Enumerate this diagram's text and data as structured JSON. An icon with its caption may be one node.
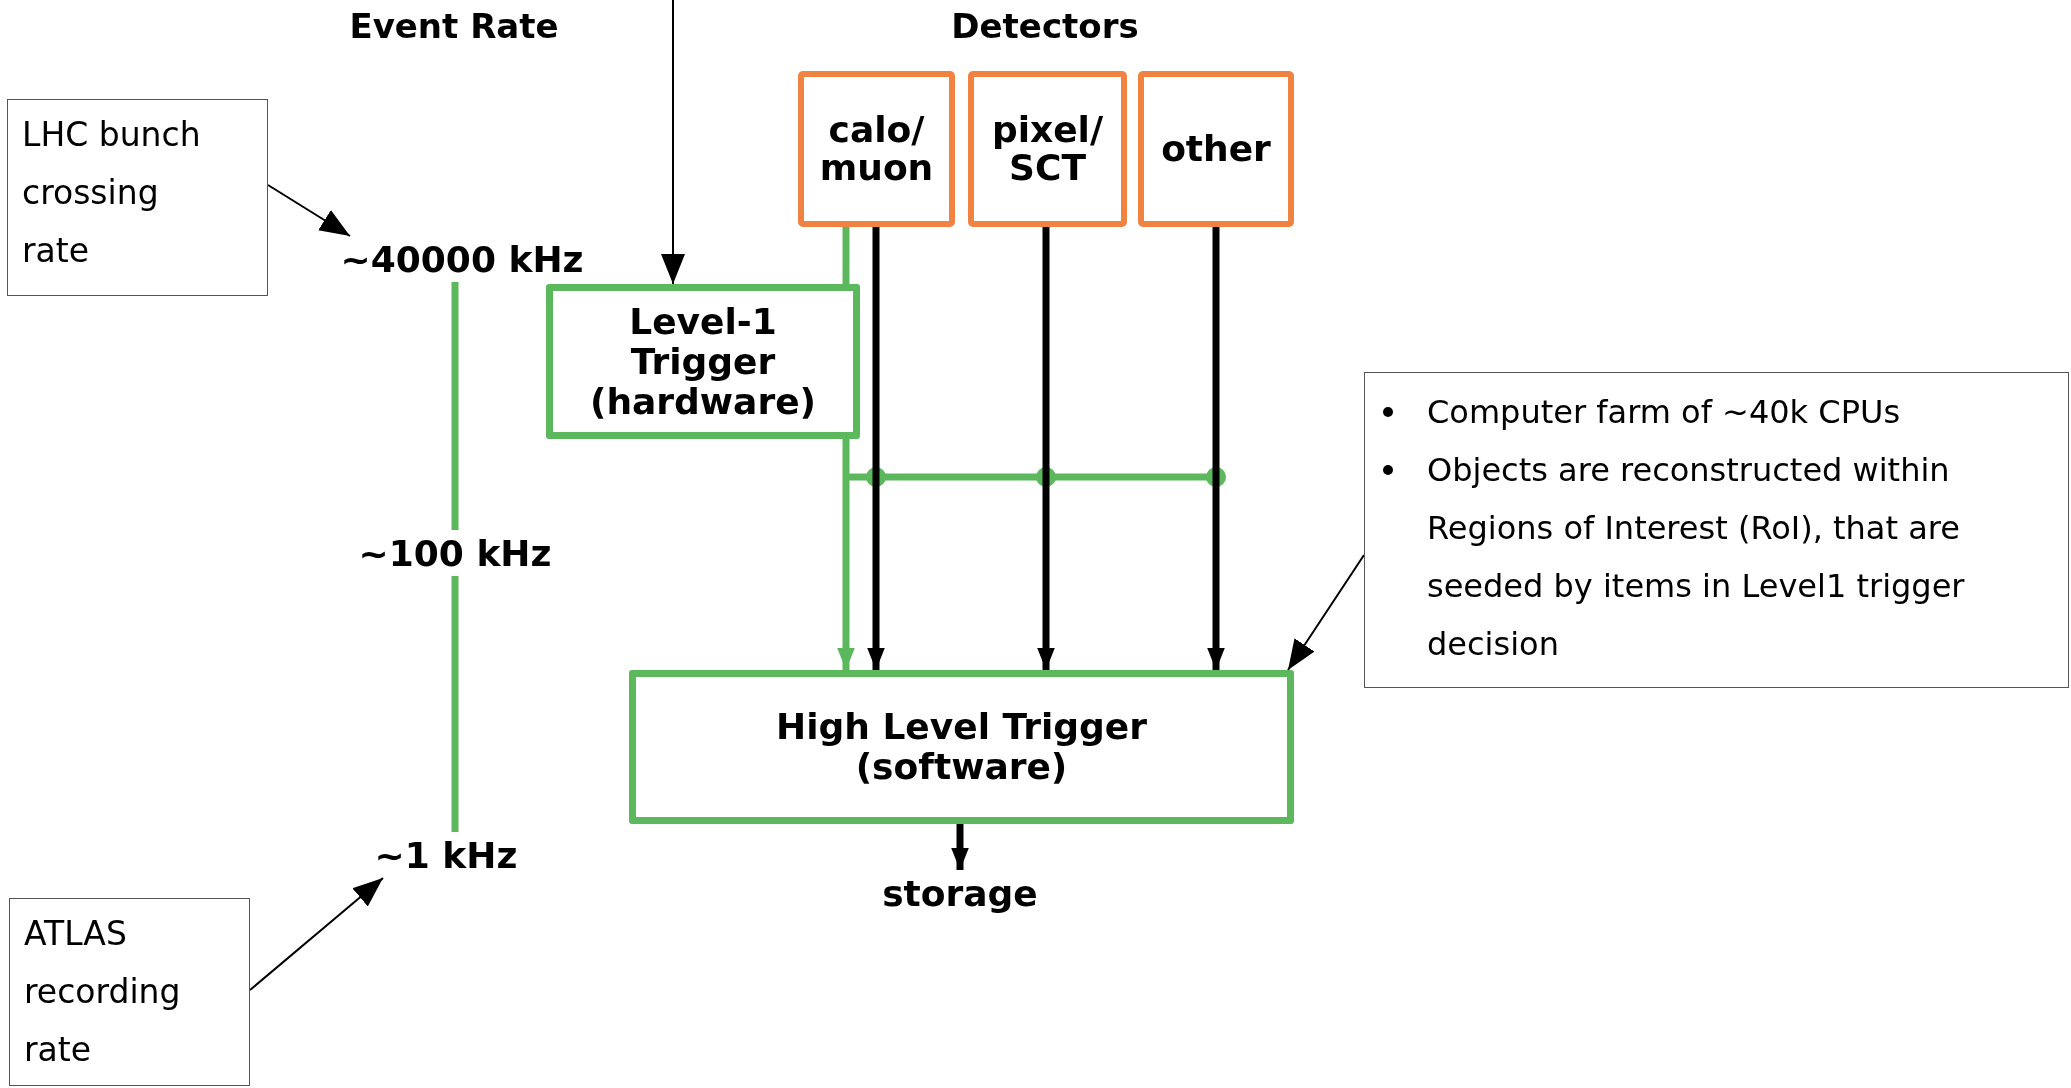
{
  "diagram": {
    "nodes": [
      {
        "text": [
          "LHC bunch crossing rate"
        ]
      },
      {
        "text": [
          "~40000 kHz"
        ]
      },
      {
        "text": [
          "~100 kHz"
        ]
      },
      {
        "text": [
          "~1 kHz"
        ]
      },
      {
        "text": [
          "ATLAS recording rate"
        ]
      },
      {
        "text": [
          "calo/ muon"
        ]
      },
      {
        "text": [
          "pixel/ SCT"
        ]
      },
      {
        "text": [
          "other"
        ]
      },
      {
        "text": [
          "Level-1 Trigger (hardware)"
        ]
      },
      {
        "text": [
          "High Level Trigger (software)"
        ]
      },
      {
        "text": [
          "storage"
        ]
      },
      {
        "text": [
          "Computer farm of ~40k CPUs",
          "Objects are reconstructed within Regions of Interest (RoI), that are seeded by items in Level1 trigger decision"
        ]
      }
    ],
    "edges": [
      {
        "from": null,
        "to": 8,
        "arrow": "to"
      },
      {
        "from": 0,
        "to": 1,
        "arrow": "to"
      },
      {
        "from": 1,
        "to": 2,
        "arrow": "none",
        "color": "#5cb85c"
      },
      {
        "from": 2,
        "to": 3,
        "arrow": "none",
        "color": "#5cb85c"
      },
      {
        "from": 4,
        "to": 3,
        "arrow": "to"
      },
      {
        "from": 5,
        "to": 8,
        "arrow": "none",
        "color": "#5cb85c"
      },
      {
        "from": 8,
        "to": 9,
        "arrow": "to",
        "color": "#5cb85c"
      },
      {
        "from": 5,
        "to": 9,
        "arrow": "to"
      },
      {
        "from": 6,
        "to": 9,
        "arrow": "to"
      },
      {
        "from": 7,
        "to": 9,
        "arrow": "to"
      },
      {
        "from": 9,
        "to": 10,
        "arrow": "to"
      },
      {
        "from": 11,
        "to": 9,
        "arrow": "to"
      }
    ],
    "labels": [
      "Event Rate",
      "Detectors"
    ]
  }
}
